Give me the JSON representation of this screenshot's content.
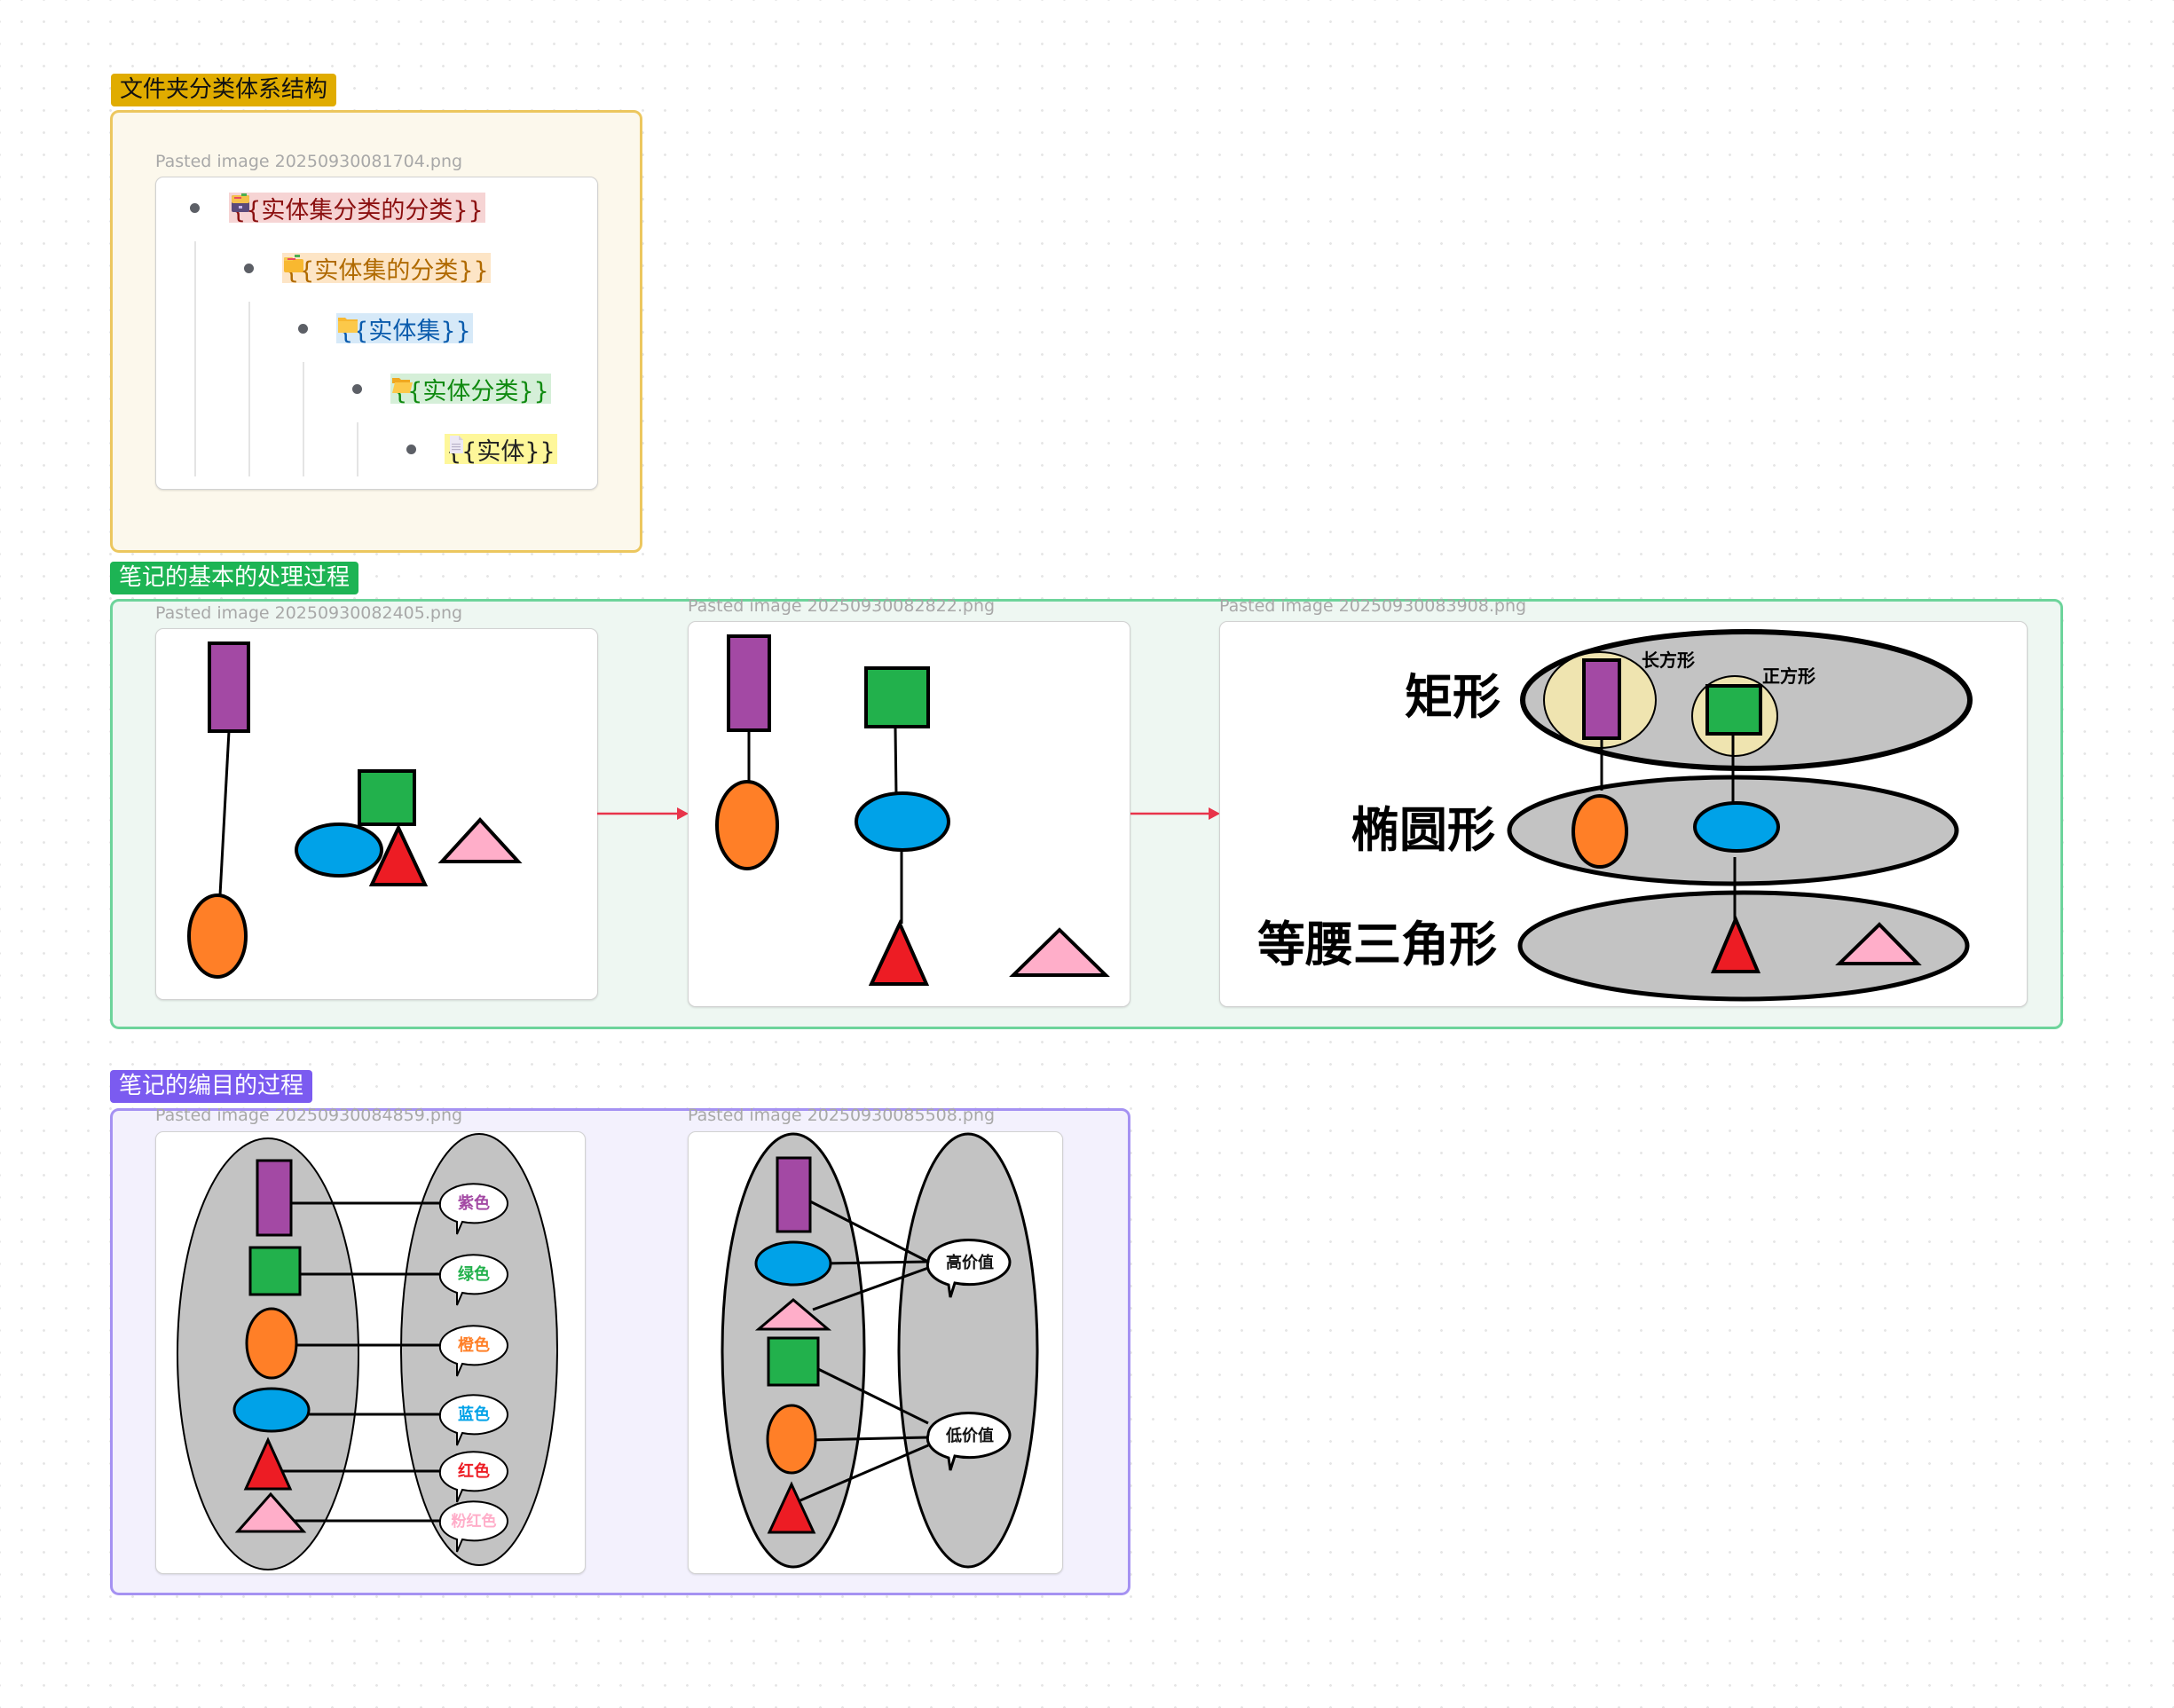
{
  "groups": [
    {
      "label": "文件夹分类体系结构",
      "colors": {
        "label_bg": "#e0ac00",
        "label_text": "#111111",
        "box_bg": "#fcf8ec",
        "box_border": "#ecc75f"
      },
      "images": [
        {
          "caption": "Pasted image 20250930081704.png",
          "tree": [
            {
              "icon": "file-cabinet-icon",
              "text": "{{实体集分类的分类}}",
              "text_color": "#8b1010",
              "bg": "#f6d4d4"
            },
            {
              "icon": "card-index-folder-icon",
              "text": "{{实体集的分类}}",
              "text_color": "#b06a00",
              "bg": "#fde5c6"
            },
            {
              "icon": "folder-icon",
              "text": "{{实体集}}",
              "text_color": "#0b5cad",
              "bg": "#d6e9f8"
            },
            {
              "icon": "open-folder-icon",
              "text": "{{实体分类}}",
              "text_color": "#108a10",
              "bg": "#d5efd8"
            },
            {
              "icon": "document-icon",
              "text": "{{实体}}",
              "text_color": "#222222",
              "bg": "#fef79a"
            }
          ]
        }
      ]
    },
    {
      "label": "笔记的基本的处理过程",
      "colors": {
        "label_bg": "#1db454",
        "label_text": "#ffffff",
        "box_bg": "#eef7f2",
        "box_border": "#6dd49b"
      },
      "images": [
        {
          "caption": "Pasted image 20250930082405.png"
        },
        {
          "caption": "Pasted image 20250930082822.png"
        },
        {
          "caption": "Pasted image 20250930083908.png",
          "category_labels": [
            "矩形",
            "椭圆形",
            "等腰三角形"
          ],
          "sub_labels": [
            "长方形",
            "正方形"
          ]
        }
      ],
      "arrow_color": "#e8344a"
    },
    {
      "label": "笔记的编目的过程",
      "colors": {
        "label_bg": "#7b5bf0",
        "label_text": "#ffffff",
        "box_bg": "#f3f1fd",
        "box_border": "#a592f2"
      },
      "images": [
        {
          "caption": "Pasted image 20250930084859.png",
          "color_tags": [
            {
              "text": "紫色",
              "color": "#a349a4"
            },
            {
              "text": "绿色",
              "color": "#22b14c"
            },
            {
              "text": "橙色",
              "color": "#ff7f27"
            },
            {
              "text": "蓝色",
              "color": "#00a2e8"
            },
            {
              "text": "红色",
              "color": "#ed1c24"
            },
            {
              "text": "粉红色",
              "color": "#ffaec9"
            }
          ]
        },
        {
          "caption": "Pasted image 20250930085508.png",
          "value_tags": [
            "高价值",
            "低价值"
          ]
        }
      ]
    }
  ],
  "shape_colors": {
    "purple": "#a349a4",
    "green": "#22b14c",
    "orange": "#ff7f27",
    "blue": "#00a2e8",
    "red": "#ed1c24",
    "pink": "#ffaec9",
    "set_gray": "#c3c3c3",
    "subset_tan": "#efe4b0"
  }
}
